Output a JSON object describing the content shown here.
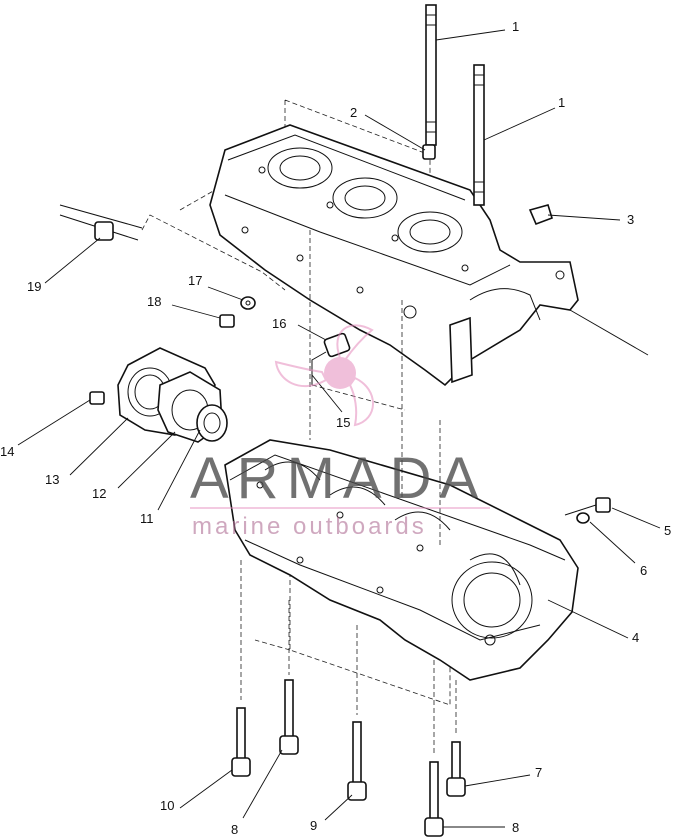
{
  "diagram": {
    "callouts": [
      {
        "id": "c1a",
        "text": "1"
      },
      {
        "id": "c1b",
        "text": "1"
      },
      {
        "id": "c2",
        "text": "2"
      },
      {
        "id": "c3",
        "text": "3"
      },
      {
        "id": "c4",
        "text": "4"
      },
      {
        "id": "c5",
        "text": "5"
      },
      {
        "id": "c6",
        "text": "6"
      },
      {
        "id": "c7",
        "text": "7"
      },
      {
        "id": "c8a",
        "text": "8"
      },
      {
        "id": "c8b",
        "text": "8"
      },
      {
        "id": "c9",
        "text": "9"
      },
      {
        "id": "c10",
        "text": "10"
      },
      {
        "id": "c11",
        "text": "11"
      },
      {
        "id": "c12",
        "text": "12"
      },
      {
        "id": "c13",
        "text": "13"
      },
      {
        "id": "c14",
        "text": "14"
      },
      {
        "id": "c15",
        "text": "15"
      },
      {
        "id": "c16",
        "text": "16"
      },
      {
        "id": "c17",
        "text": "17"
      },
      {
        "id": "c18",
        "text": "18"
      },
      {
        "id": "c19",
        "text": "19"
      }
    ]
  },
  "watermark": {
    "brand": "ARMADA",
    "subtitle": "marine outboards",
    "logo_icon": "propeller-logo-icon",
    "logo_color": "#e58bbd",
    "text_color": "#4a4a4a"
  }
}
